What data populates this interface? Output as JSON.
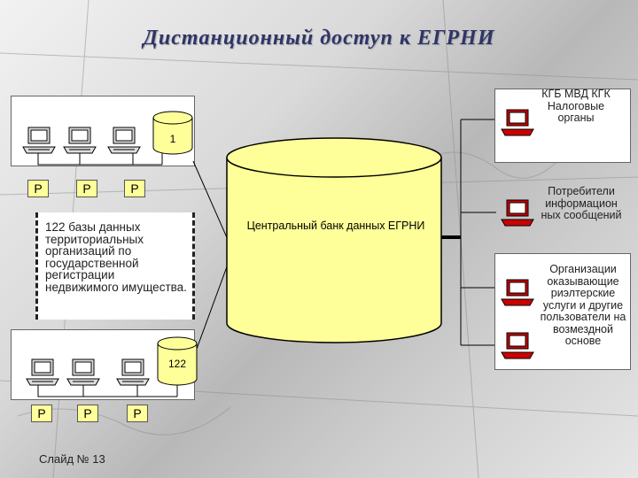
{
  "title": "Дистанционный доступ к ЕГРНИ",
  "groups": {
    "top": {
      "db_number": "1",
      "labels": [
        "Р",
        "Р",
        "Р"
      ]
    },
    "bottom": {
      "db_number": "122",
      "labels": [
        "Р",
        "Р",
        "Р"
      ]
    }
  },
  "note": "122 базы данных территориальных организаций по государственной регистрации недвижимого имущества.",
  "central_db": "Центральный банк данных ЕГРНИ",
  "consumers": [
    {
      "text": "КГБ МВД КГК Налоговые органы"
    },
    {
      "text": "Потребители информацион ных сообщений"
    },
    {
      "text": "Организации оказывающие риэлтерские услуги и другие пользователи на возмездной основе"
    }
  ],
  "footer": "Слайд № 13",
  "colors": {
    "title": "#333366",
    "db_fill": "#ffff99",
    "monitor_red": "#cc0000"
  }
}
